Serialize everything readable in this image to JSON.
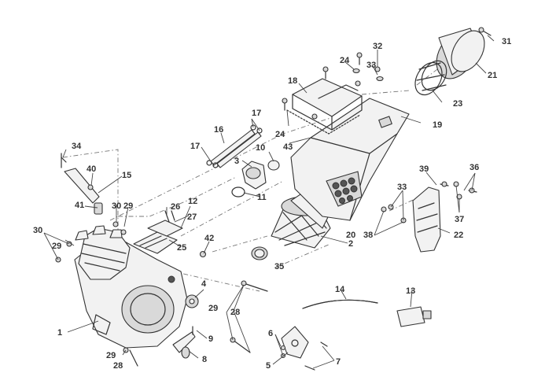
{
  "part_labels": {
    "p1": "1",
    "p2": "2",
    "p3": "3",
    "p4": "4",
    "p5": "5",
    "p6": "6",
    "p7": "7",
    "p8": "8",
    "p9": "9",
    "p10": "10",
    "p11": "11",
    "p12": "12",
    "p13": "13",
    "p14": "14",
    "p15": "15",
    "p16": "16",
    "p17a": "17",
    "p17b": "17",
    "p18": "18",
    "p19": "19",
    "p20": "20",
    "p21": "21",
    "p22": "22",
    "p23": "23",
    "p24a": "24",
    "p24b": "24",
    "p25": "25",
    "p26": "26",
    "p27": "27",
    "p28a": "28",
    "p28b": "28",
    "p29a": "29",
    "p29b": "29",
    "p29c": "29",
    "p29d": "29",
    "p30a": "30",
    "p30b": "30",
    "p31": "31",
    "p32": "32",
    "p33a": "33",
    "p33b": "33",
    "p34": "34",
    "p35": "35",
    "p36": "36",
    "p37": "37",
    "p38": "38",
    "p39": "39",
    "p40": "40",
    "p41": "41",
    "p42": "42",
    "p43": "43"
  },
  "colors": {
    "line": "#333333",
    "fill": "#f2f2f2",
    "shade": "#d9d9d9",
    "background": "#ffffff"
  }
}
